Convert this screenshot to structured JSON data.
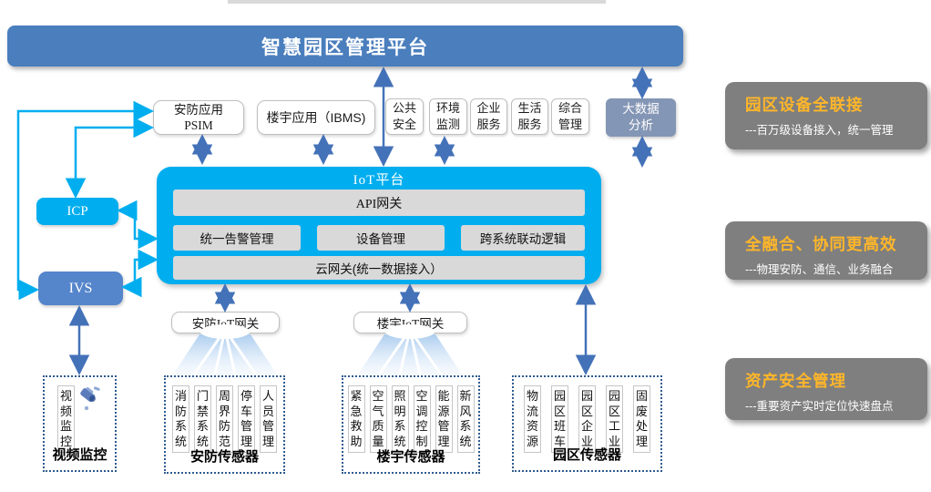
{
  "banner": {
    "title": "智慧园区管理平台"
  },
  "apps": {
    "psim_line1": "安防应用",
    "psim_line2": "PSIM",
    "ibms": "楼宇应用（IBMS)",
    "services": [
      {
        "l1": "公共",
        "l2": "安全"
      },
      {
        "l1": "环境",
        "l2": "监测"
      },
      {
        "l1": "企业",
        "l2": "服务"
      },
      {
        "l1": "生活",
        "l2": "服务"
      },
      {
        "l1": "综合",
        "l2": "管理"
      }
    ],
    "bigdata_line1": "大数据",
    "bigdata_line2": "分析"
  },
  "left_nodes": {
    "icp": "ICP",
    "ivs": "IVS"
  },
  "iot": {
    "title": "IoT平台",
    "api_gateway": "API网关",
    "modules": [
      "统一告警管理",
      "设备管理",
      "跨系统联动逻辑"
    ],
    "cloud_gateway": "云网关(统一数据接入）"
  },
  "gateways": {
    "security": "安防IoT网关",
    "building": "楼宇IoT网关"
  },
  "sensors": {
    "video": {
      "vertical_label": "视频监控",
      "label": "视频监控"
    },
    "groups": [
      {
        "label": "安防传感器",
        "items": [
          "消防系统",
          "门禁系统",
          "周界防范",
          "停车管理",
          "人员管理"
        ]
      },
      {
        "label": "楼宇传感器",
        "items": [
          "紧急救助",
          "空气质量",
          "照明系统",
          "空调控制",
          "能源管理",
          "新风系统"
        ]
      },
      {
        "label": "园区传感器",
        "items": [
          "物流资源",
          "园区班车",
          "园区企业",
          "园区工业",
          "固废处理"
        ]
      }
    ]
  },
  "benefits": [
    {
      "title": "园区设备全联接",
      "subtitle": "---百万级设备接入，统一管理"
    },
    {
      "title": "全融合、协同更高效",
      "subtitle": "---物理安防、通信、业务融合"
    },
    {
      "title": "资产安全管理",
      "subtitle": "---重要资产实时定位快速盘点"
    }
  ],
  "icons": {
    "camera": "surveillance-camera-icon"
  },
  "colors": {
    "banner_blue": "#4A7EBD",
    "iot_cyan": "#00AEEF",
    "ivs_blue": "#5585CB",
    "bigdata_slate": "#8496B5",
    "panel_gray": "#7F7F7F",
    "accent_orange": "#FFB629",
    "bar_gray": "#D9D9D9",
    "arrow_blue": "#4472B8",
    "dashed_border": "#2F5B8F"
  }
}
